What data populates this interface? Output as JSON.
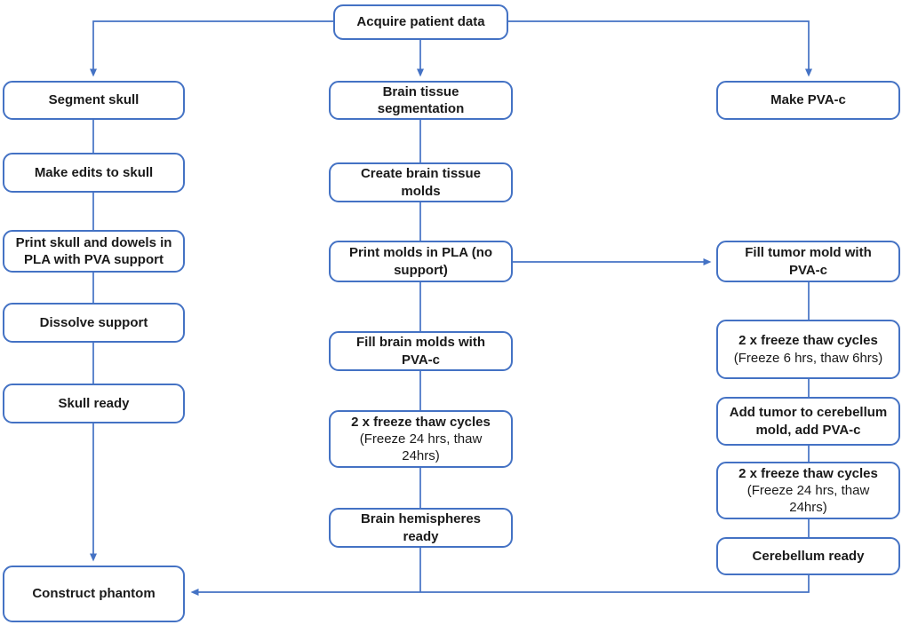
{
  "diagram": {
    "accent_color": "#4472C4",
    "nodes": {
      "acquire": {
        "label": "Acquire patient data"
      },
      "segment_skull": {
        "label": "Segment skull"
      },
      "make_edits": {
        "label": "Make edits to skull"
      },
      "print_skull": {
        "label": "Print skull and dowels in PLA with PVA support"
      },
      "dissolve_support": {
        "label": "Dissolve support"
      },
      "skull_ready": {
        "label": "Skull ready"
      },
      "construct_phantom": {
        "label": "Construct phantom"
      },
      "brain_segmentation": {
        "label": "Brain tissue segmentation"
      },
      "create_molds": {
        "label": "Create brain tissue molds"
      },
      "print_molds": {
        "label": "Print molds in PLA (no support)"
      },
      "fill_brain_molds": {
        "label": "Fill brain molds with PVA-c"
      },
      "freeze_thaw_brain": {
        "line1": "2 x freeze thaw cycles",
        "line2": "(Freeze 24 hrs, thaw 24hrs)"
      },
      "hemispheres_ready": {
        "label": "Brain hemispheres ready"
      },
      "make_pvac": {
        "label": "Make PVA-c"
      },
      "fill_tumor_mold": {
        "label": "Fill tumor mold with PVA-c"
      },
      "freeze_thaw_tumor": {
        "line1": "2 x freeze thaw cycles",
        "line2": "(Freeze 6 hrs, thaw 6hrs)"
      },
      "add_tumor": {
        "label": "Add tumor to cerebellum mold, add PVA-c"
      },
      "freeze_thaw_cereb": {
        "line1": "2 x freeze thaw cycles",
        "line2": "(Freeze 24 hrs, thaw 24hrs)"
      },
      "cerebellum_ready": {
        "label": "Cerebellum ready"
      }
    },
    "edges": [
      {
        "from": "acquire",
        "to": "segment_skull",
        "arrow": true
      },
      {
        "from": "acquire",
        "to": "brain_segmentation",
        "arrow": true
      },
      {
        "from": "acquire",
        "to": "make_pvac",
        "arrow": true
      },
      {
        "from": "segment_skull",
        "to": "make_edits",
        "arrow": false
      },
      {
        "from": "make_edits",
        "to": "print_skull",
        "arrow": false
      },
      {
        "from": "print_skull",
        "to": "dissolve_support",
        "arrow": false
      },
      {
        "from": "dissolve_support",
        "to": "skull_ready",
        "arrow": false
      },
      {
        "from": "skull_ready",
        "to": "construct_phantom",
        "arrow": true
      },
      {
        "from": "brain_segmentation",
        "to": "create_molds",
        "arrow": false
      },
      {
        "from": "create_molds",
        "to": "print_molds",
        "arrow": false
      },
      {
        "from": "print_molds",
        "to": "fill_brain_molds",
        "arrow": false
      },
      {
        "from": "print_molds",
        "to": "fill_tumor_mold",
        "arrow": true
      },
      {
        "from": "fill_brain_molds",
        "to": "freeze_thaw_brain",
        "arrow": false
      },
      {
        "from": "freeze_thaw_brain",
        "to": "hemispheres_ready",
        "arrow": false
      },
      {
        "from": "hemispheres_ready",
        "to": "construct_phantom",
        "arrow": true
      },
      {
        "from": "fill_tumor_mold",
        "to": "freeze_thaw_tumor",
        "arrow": false
      },
      {
        "from": "freeze_thaw_tumor",
        "to": "add_tumor",
        "arrow": false
      },
      {
        "from": "add_tumor",
        "to": "freeze_thaw_cereb",
        "arrow": false
      },
      {
        "from": "freeze_thaw_cereb",
        "to": "cerebellum_ready",
        "arrow": false
      },
      {
        "from": "cerebellum_ready",
        "to": "construct_phantom",
        "arrow": true
      }
    ]
  }
}
